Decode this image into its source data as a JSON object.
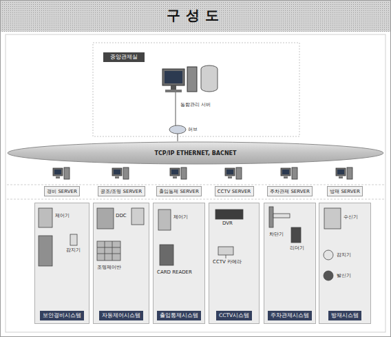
{
  "diagram": {
    "title": "구성도",
    "nodes": [
      {
        "text": [
          "중앙관제실"
        ]
      },
      {
        "text": [
          "TCP/IP ETHERNET, BACNET"
        ]
      },
      {
        "text": [
          "경비 SERVER"
        ]
      },
      {
        "text": [
          "공조/조명 SERVER"
        ]
      },
      {
        "text": [
          "출입통제 SERVER"
        ]
      },
      {
        "text": [
          "CCTV SERVER"
        ]
      },
      {
        "text": [
          "주차관제 SERVER"
        ]
      },
      {
        "text": [
          "방재 SERVER"
        ]
      },
      {
        "text": [
          "보안경비시스템"
        ]
      },
      {
        "text": [
          "자동제어시스템"
        ]
      },
      {
        "text": [
          "출입통제시스템"
        ]
      },
      {
        "text": [
          "CCTV시스템"
        ]
      },
      {
        "text": [
          "주차관제시스템"
        ]
      },
      {
        "text": [
          "방재시스템"
        ]
      }
    ],
    "edges": [
      {
        "from": 1,
        "to": 2,
        "arrow": "none"
      },
      {
        "from": 1,
        "to": 3,
        "arrow": "none"
      },
      {
        "from": 1,
        "to": 4,
        "arrow": "none"
      },
      {
        "from": 1,
        "to": 5,
        "arrow": "none"
      },
      {
        "from": 1,
        "to": 6,
        "arrow": "none"
      },
      {
        "from": 1,
        "to": 7,
        "arrow": "none"
      },
      {
        "from": 2,
        "to": 8,
        "arrow": "none"
      },
      {
        "from": 3,
        "to": 9,
        "arrow": "none"
      },
      {
        "from": 4,
        "to": 10,
        "arrow": "none"
      },
      {
        "from": 5,
        "to": 11,
        "arrow": "none"
      },
      {
        "from": 6,
        "to": 12,
        "arrow": "none"
      },
      {
        "from": 7,
        "to": 13,
        "arrow": "none"
      }
    ],
    "labels": [
      "통합관리 서버",
      "허브",
      "제어기",
      "감지기",
      "DDC",
      "조명제어반",
      "제어기",
      "CARD READER",
      "DVR",
      "CCTV 카메라",
      "차단기",
      "리더기",
      "수신기",
      "감지기",
      "발신기"
    ]
  }
}
